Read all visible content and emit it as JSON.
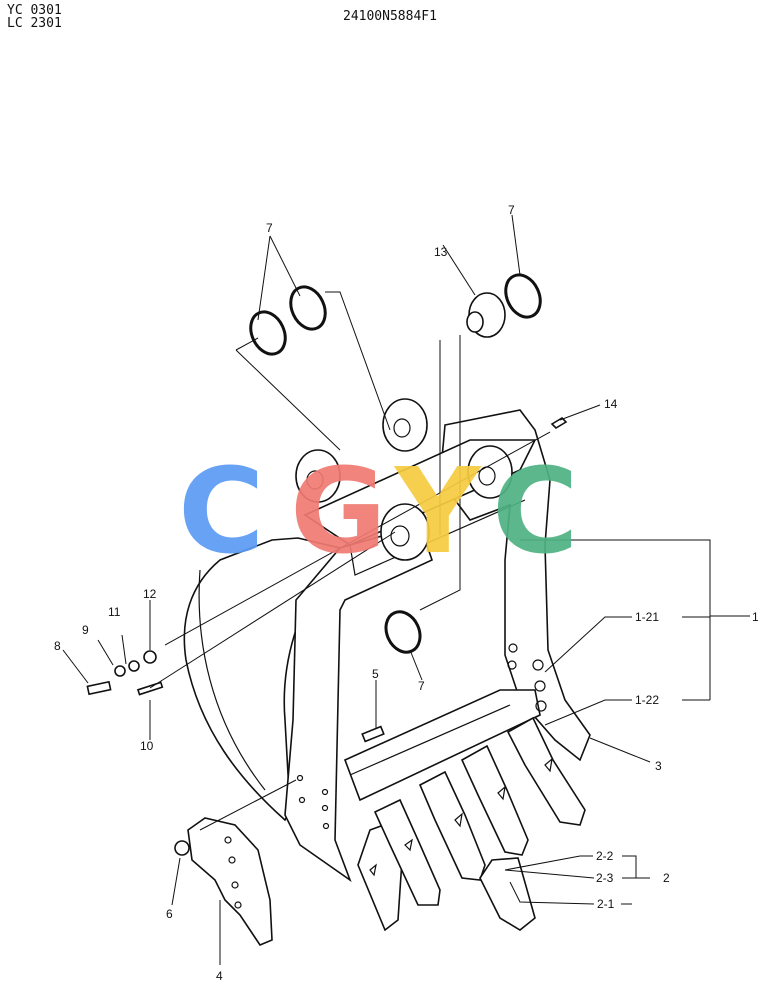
{
  "header": {
    "model_line_1": "YC 0301",
    "model_line_2": "LC 2301",
    "part_number": "24100N5884F1"
  },
  "watermark": {
    "letters": [
      {
        "char": "C",
        "color": "#5B9BF5"
      },
      {
        "char": "G",
        "color": "#F07A72"
      },
      {
        "char": "Y",
        "color": "#F7CB3F"
      },
      {
        "char": "C",
        "color": "#4FB383"
      }
    ]
  },
  "callouts": {
    "c7a": "7",
    "c7b": "7",
    "c7c": "7",
    "c13": "13",
    "c14": "14",
    "c12": "12",
    "c11": "11",
    "c9": "9",
    "c8": "8",
    "c10": "10",
    "c5": "5",
    "c6": "6",
    "c4": "4",
    "c3": "3",
    "c1": "1",
    "c1_21": "1-21",
    "c1_22": "1-22",
    "c2": "2",
    "c2_1": "2-1",
    "c2_2": "2-2",
    "c2_3": "2-3"
  }
}
